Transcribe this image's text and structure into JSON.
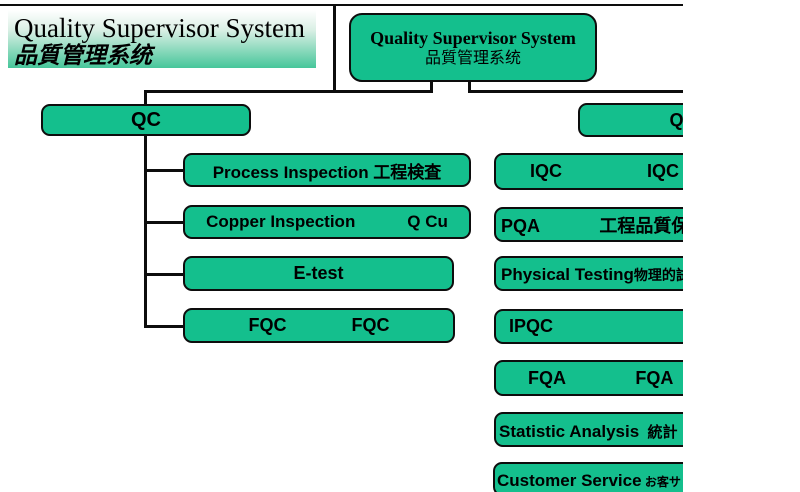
{
  "banner": {
    "title": "Quality Supervisor System",
    "subtitle": "品質管理系统"
  },
  "root": {
    "title": "Quality Supervisor System",
    "subtitle": "品質管理系统"
  },
  "qc_branch": {
    "label": "QC",
    "children": [
      {
        "label": "Process Inspection 工程検査"
      },
      {
        "label": "Copper Inspection           Q Cu"
      },
      {
        "label": "E-test"
      },
      {
        "label": "FQC             FQC"
      }
    ]
  },
  "qa_branch": {
    "label": "QA",
    "children": [
      {
        "label": "IQC                 IQC"
      },
      {
        "label": "PQA            工程品質保"
      },
      {
        "label": "Physical Testing",
        "label2": "物理的試"
      },
      {
        "label": "IPQC"
      },
      {
        "label": "FQA              FQA"
      },
      {
        "label": "Statistic Analysis",
        "label2": "  統計"
      },
      {
        "label": "Customer Service",
        "label2": " お客サ"
      }
    ]
  },
  "colors": {
    "node_fill": "#14bf8d",
    "node_border": "#0d0d0d",
    "connector": "#0d0d0d",
    "banner_gradient_top": "#ffffff",
    "banner_gradient_bottom": "#46c69a",
    "text": "#000000"
  }
}
